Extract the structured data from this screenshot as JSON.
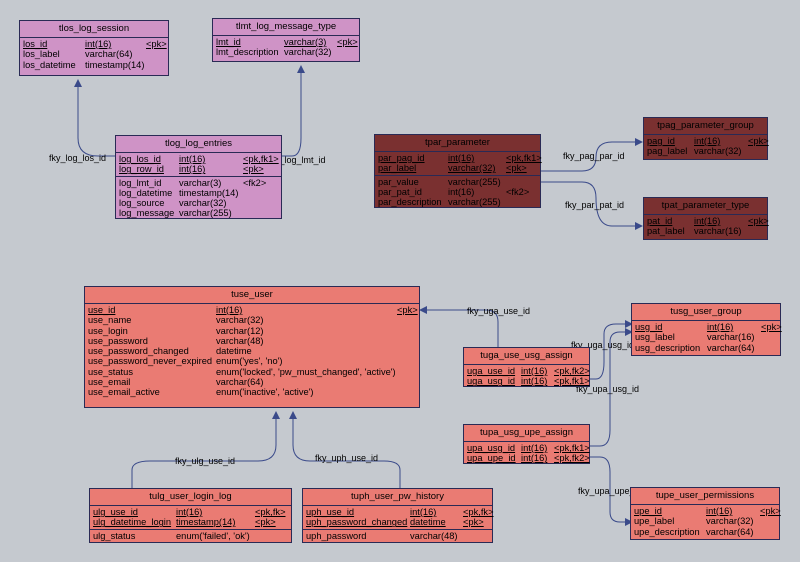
{
  "tables": {
    "tlos": {
      "title": "tlos_log_session",
      "rows": [
        {
          "name": "los_id",
          "type": "int(16)",
          "key": "<pk>"
        },
        {
          "name": "los_label",
          "type": "varchar(64)",
          "key": ""
        },
        {
          "name": "los_datetime",
          "type": "timestamp(14)",
          "key": ""
        }
      ]
    },
    "tlmt": {
      "title": "tlmt_log_message_type",
      "rows": [
        {
          "name": "lmt_id",
          "type": "varchar(3)",
          "key": "<pk>"
        },
        {
          "name": "lmt_description",
          "type": "varchar(32)",
          "key": ""
        }
      ]
    },
    "tlog": {
      "title": "tlog_log_entries",
      "rows": [
        {
          "name": "log_los_id",
          "type": "int(16)",
          "key": "<pk,fk1>"
        },
        {
          "name": "log_row_id",
          "type": "int(16)",
          "key": "<pk>"
        },
        {
          "name": "log_lmt_id",
          "type": "varchar(3)",
          "key": "<fk2>"
        },
        {
          "name": "log_datetime",
          "type": "timestamp(14)",
          "key": ""
        },
        {
          "name": "log_source",
          "type": "varchar(32)",
          "key": ""
        },
        {
          "name": "log_message",
          "type": "varchar(255)",
          "key": ""
        }
      ]
    },
    "tpar": {
      "title": "tpar_parameter",
      "rows": [
        {
          "name": "par_pag_id",
          "type": "int(16)",
          "key": "<pk,fk1>"
        },
        {
          "name": "par_label",
          "type": "varchar(32)",
          "key": "<pk>"
        },
        {
          "name": "par_value",
          "type": "varchar(255)",
          "key": ""
        },
        {
          "name": "par_pat_id",
          "type": "int(16)",
          "key": "<fk2>"
        },
        {
          "name": "par_description",
          "type": "varchar(255)",
          "key": ""
        }
      ]
    },
    "tpag": {
      "title": "tpag_parameter_group",
      "rows": [
        {
          "name": "pag_id",
          "type": "int(16)",
          "key": "<pk>"
        },
        {
          "name": "pag_label",
          "type": "varchar(32)",
          "key": ""
        }
      ]
    },
    "tpat": {
      "title": "tpat_parameter_type",
      "rows": [
        {
          "name": "pat_id",
          "type": "int(16)",
          "key": "<pk>"
        },
        {
          "name": "pat_label",
          "type": "varchar(16)",
          "key": ""
        }
      ]
    },
    "tuse": {
      "title": "tuse_user",
      "rows": [
        {
          "name": "use_id",
          "type": "int(16)",
          "key": "<pk>"
        },
        {
          "name": "use_name",
          "type": "varchar(32)",
          "key": ""
        },
        {
          "name": "use_login",
          "type": "varchar(12)",
          "key": ""
        },
        {
          "name": "use_password",
          "type": "varchar(48)",
          "key": ""
        },
        {
          "name": "use_password_changed",
          "type": "datetime",
          "key": ""
        },
        {
          "name": "use_password_never_expired",
          "type": "enum('yes', 'no')",
          "key": ""
        },
        {
          "name": "use_status",
          "type": "enum('locked', 'pw_must_changed', 'active')",
          "key": ""
        },
        {
          "name": "use_email",
          "type": "varchar(64)",
          "key": ""
        },
        {
          "name": "use_email_active",
          "type": "enum('inactive', 'active')",
          "key": ""
        }
      ]
    },
    "tusg": {
      "title": "tusg_user_group",
      "rows": [
        {
          "name": "usg_id",
          "type": "int(16)",
          "key": "<pk>"
        },
        {
          "name": "usg_label",
          "type": "varchar(16)",
          "key": ""
        },
        {
          "name": "usg_description",
          "type": "varchar(64)",
          "key": ""
        }
      ]
    },
    "tuga": {
      "title": "tuga_use_usg_assign",
      "rows": [
        {
          "name": "uga_use_id",
          "type": "int(16)",
          "key": "<pk,fk2>"
        },
        {
          "name": "uga_usg_id",
          "type": "int(16)",
          "key": "<pk,fk1>"
        }
      ]
    },
    "tupa": {
      "title": "tupa_usg_upe_assign",
      "rows": [
        {
          "name": "upa_usg_id",
          "type": "int(16)",
          "key": "<pk,fk1>"
        },
        {
          "name": "upa_upe_id",
          "type": "int(16)",
          "key": "<pk,fk2>"
        }
      ]
    },
    "tupe": {
      "title": "tupe_user_permissions",
      "rows": [
        {
          "name": "upe_id",
          "type": "int(16)",
          "key": "<pk>"
        },
        {
          "name": "upe_label",
          "type": "varchar(32)",
          "key": ""
        },
        {
          "name": "upe_description",
          "type": "varchar(64)",
          "key": ""
        }
      ]
    },
    "tulg": {
      "title": "tulg_user_login_log",
      "rows": [
        {
          "name": "ulg_use_id",
          "type": "int(16)",
          "key": "<pk,fk>"
        },
        {
          "name": "ulg_datetime_login",
          "type": "timestamp(14)",
          "key": "<pk>"
        },
        {
          "name": "ulg_status",
          "type": "enum('failed', 'ok')",
          "key": ""
        }
      ]
    },
    "tuph": {
      "title": "tuph_user_pw_history",
      "rows": [
        {
          "name": "uph_use_id",
          "type": "int(16)",
          "key": "<pk,fk>"
        },
        {
          "name": "uph_password_changed",
          "type": "datetime",
          "key": "<pk>"
        },
        {
          "name": "uph_password",
          "type": "varchar(48)",
          "key": ""
        }
      ]
    }
  },
  "links": {
    "fky_log_los_id": "fky_log_los_id",
    "fky_log_lmt_id": "fky_log_lmt_id",
    "fky_pag_par_id": "fky_pag_par_id",
    "fky_par_pat_id": "fky_par_pat_id",
    "fky_uga_use_id": "fky_uga_use_id",
    "fky_uga_usg_id": "fky_uga_usg_id",
    "fky_upa_usg_id": "fky_upa_usg_id",
    "fky_upa_upe_id": "fky_upa_upe_id",
    "fky_ulg_use_id": "fky_ulg_use_id",
    "fky_uph_use_id": "fky_uph_use_id"
  },
  "colors": {
    "background": "#c5c9cf",
    "log_tables": "#cf93c6",
    "param_tables": "#7a3030",
    "user_tables": "#ea7b73",
    "connector": "#3a4a8a"
  }
}
